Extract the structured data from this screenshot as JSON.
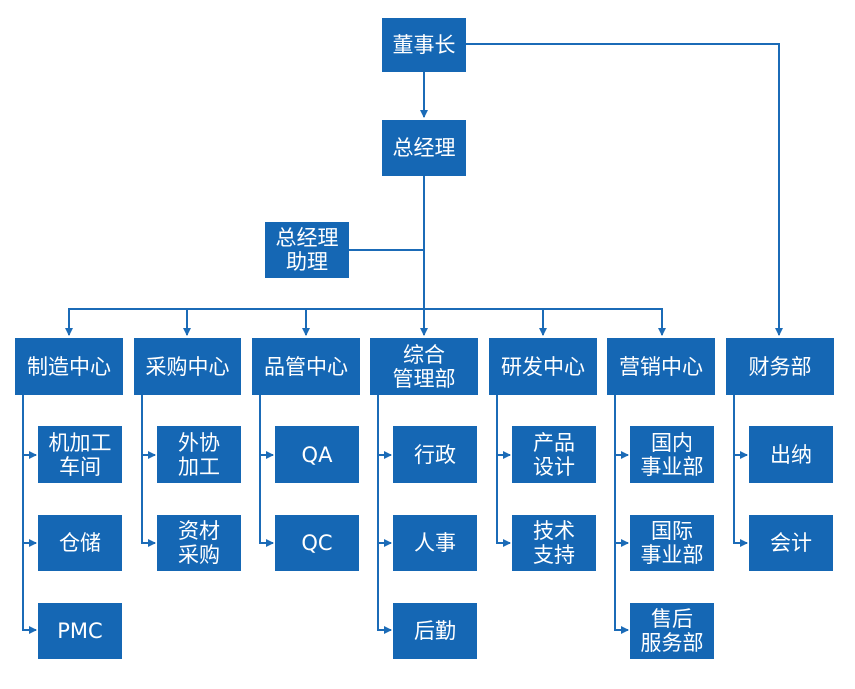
{
  "colors": {
    "box": "#1567b4",
    "line": "#1b6bb7",
    "text": "#ffffff"
  },
  "nodes": {
    "chairman": "董事长",
    "gm": "总经理",
    "gm_assistant": "总经理\n助理",
    "manufacturing": "制造中心",
    "procurement": "采购中心",
    "quality": "品管中心",
    "admin": "综合\n管理部",
    "rnd": "研发中心",
    "marketing": "营销中心",
    "finance": "财务部",
    "machining": "机加工\n车间",
    "warehouse": "仓储",
    "pmc": "PMC",
    "outsourcing": "外协\n加工",
    "material_purchase": "资材\n采购",
    "qa": "QA",
    "qc": "QC",
    "administration": "行政",
    "hr": "人事",
    "logistics": "后勤",
    "product_design": "产品\n设计",
    "tech_support": "技术\n支持",
    "domestic": "国内\n事业部",
    "international": "国际\n事业部",
    "after_sales": "售后\n服务部",
    "cashier": "出纳",
    "accounting": "会计"
  }
}
